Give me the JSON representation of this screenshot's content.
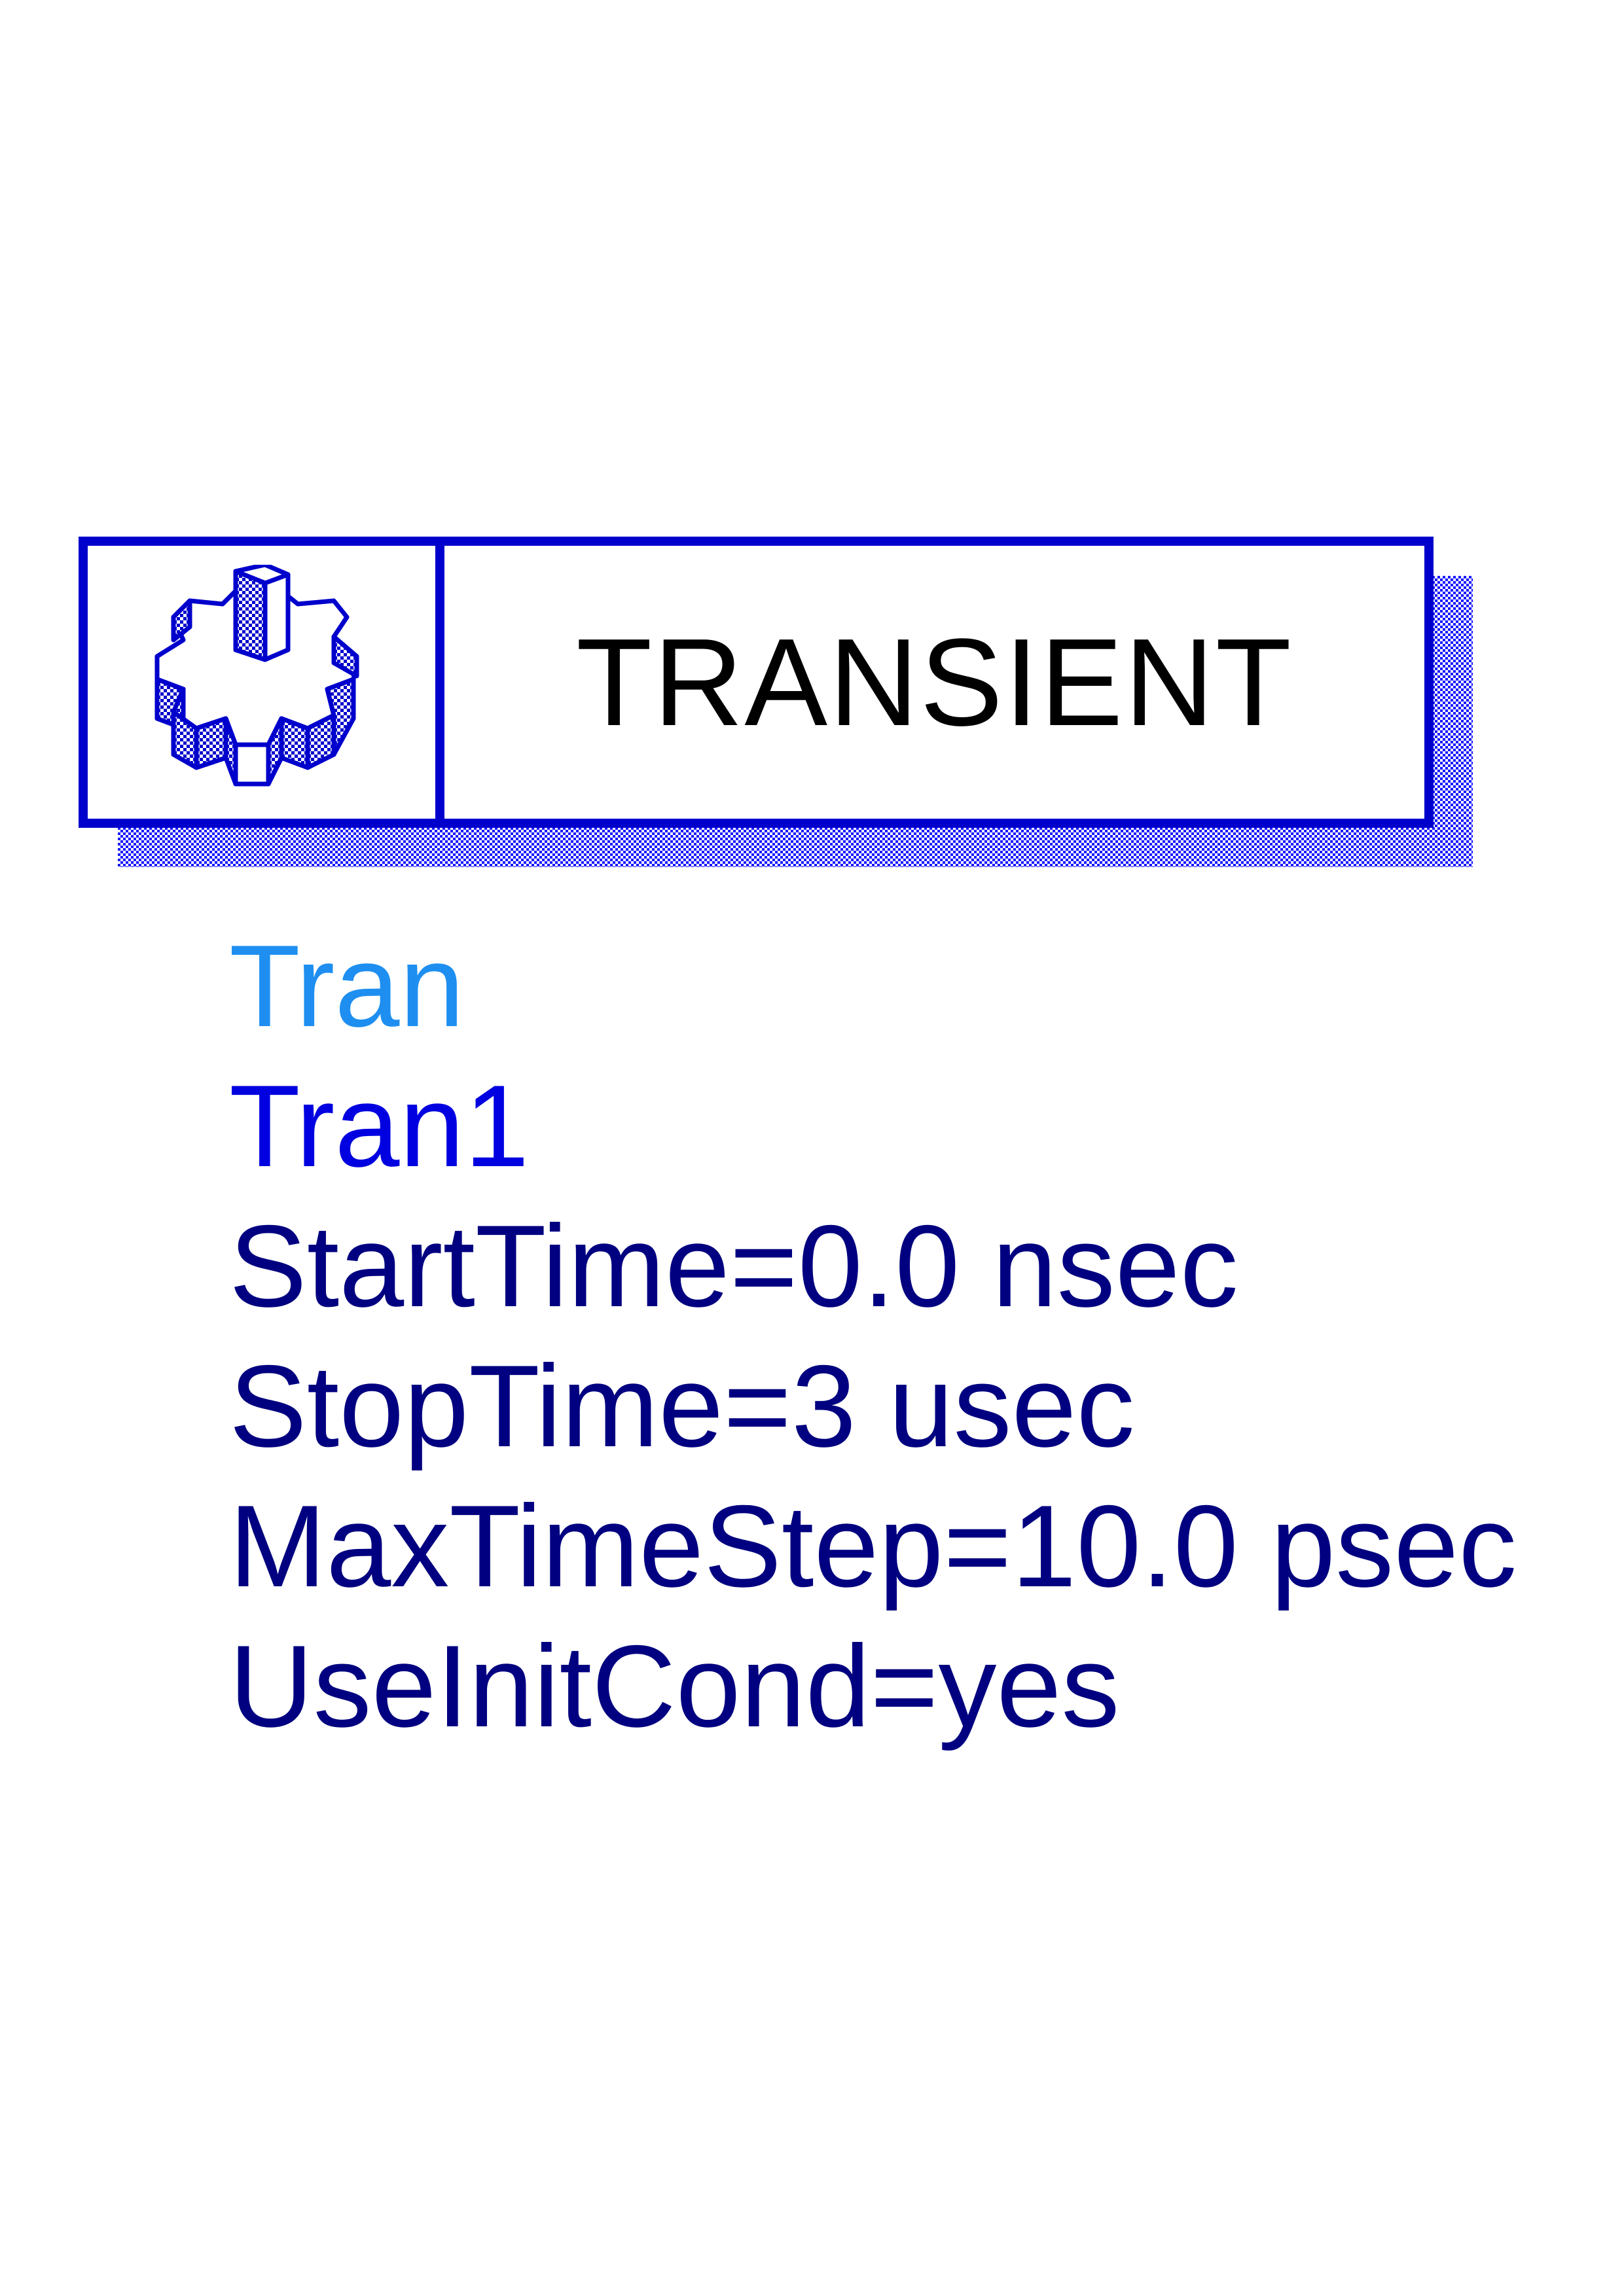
{
  "component": {
    "title": "TRANSIENT",
    "icon": "gear-icon",
    "border_color": "#0000cc"
  },
  "params": {
    "type_name": "Tran",
    "instance_name": "Tran1",
    "start_time": "StartTime=0.0 nsec",
    "stop_time": "StopTime=3 usec",
    "max_time_step": "MaxTimeStep=10.0 psec",
    "use_init_cond": "UseInitCond=yes"
  },
  "colors": {
    "type_name": "#1e8ff0",
    "instance_name": "#0000e0",
    "params": "#000080"
  }
}
